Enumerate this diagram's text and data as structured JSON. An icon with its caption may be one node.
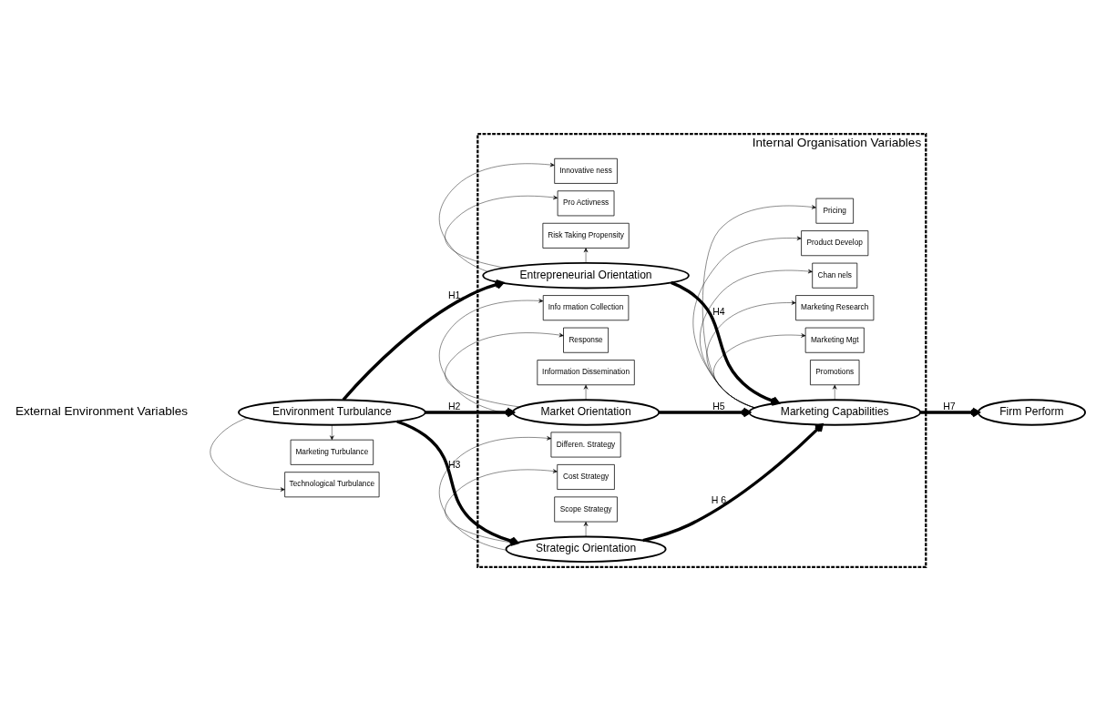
{
  "diagram": {
    "nodes": [
      {
        "text": [
          "Internal Organisation Variables"
        ]
      },
      {
        "text": [
          "Innovative ness"
        ],
        "in": 0
      },
      {
        "text": [
          "Pro Activness"
        ],
        "in": 0
      },
      {
        "text": [
          "Risk Taking Propensity"
        ],
        "in": 0
      },
      {
        "text": [
          "Technological Turbulance"
        ]
      },
      {
        "text": [
          "Entrepreneurial Orientation"
        ],
        "in": 0
      },
      {
        "text": [
          "Environment Turbulance"
        ]
      },
      {
        "text": [
          "Market Orientation"
        ],
        "in": 0
      },
      {
        "text": [
          "Marketing Capabilities"
        ],
        "in": 0
      },
      {
        "text": [
          "Firm Perform"
        ]
      },
      {
        "text": [
          "Marketing Turbulance"
        ]
      },
      {
        "text": [
          "Info rmation Collection"
        ],
        "in": 0
      },
      {
        "text": [
          "Response"
        ],
        "in": 0
      },
      {
        "text": [
          "Information Dissemination"
        ],
        "in": 0
      },
      {
        "text": [
          "Pricing"
        ],
        "in": 0
      },
      {
        "text": [
          "Product Develop"
        ],
        "in": 0
      },
      {
        "text": [
          "Chan nels"
        ],
        "in": 0
      },
      {
        "text": [
          "Marketing Research"
        ],
        "in": 0
      },
      {
        "text": [
          "Marketing Mgt"
        ],
        "in": 0
      },
      {
        "text": [
          "Promotions"
        ],
        "in": 0
      },
      {
        "text": [
          "Strategic Orientation"
        ],
        "in": 0
      },
      {
        "text": [
          "Differen. Strategy"
        ],
        "in": 0
      },
      {
        "text": [
          "Cost Strategy"
        ],
        "in": 0
      },
      {
        "text": [
          "Scope Strategy"
        ],
        "in": 0
      }
    ],
    "edges": [
      {
        "from": 5,
        "to": 1,
        "arrow": "to"
      },
      {
        "from": 5,
        "to": 2,
        "arrow": "to"
      },
      {
        "from": 5,
        "to": 3,
        "arrow": "to"
      },
      {
        "from": 6,
        "to": 4,
        "arrow": "to"
      },
      {
        "from": 6,
        "to": 10,
        "arrow": "to"
      },
      {
        "from": 6,
        "to": 5,
        "arrow": "to",
        "label": "H1",
        "style": "thick"
      },
      {
        "from": 6,
        "to": 7,
        "arrow": "to",
        "label": "H2",
        "style": "thick"
      },
      {
        "from": 6,
        "to": 20,
        "arrow": "to",
        "label": "H3",
        "style": "thick"
      },
      {
        "from": 5,
        "to": 8,
        "arrow": "to",
        "label": "H4",
        "style": "thick"
      },
      {
        "from": 7,
        "to": 8,
        "arrow": "to",
        "label": "H5",
        "style": "thick"
      },
      {
        "from": 20,
        "to": 8,
        "arrow": "to",
        "label": "H 6",
        "style": "thick"
      },
      {
        "from": 8,
        "to": 9,
        "arrow": "to",
        "label": "H7",
        "style": "thick"
      },
      {
        "from": 7,
        "to": 11,
        "arrow": "to"
      },
      {
        "from": 7,
        "to": 13,
        "arrow": "to"
      },
      {
        "from": 7,
        "to": 12,
        "arrow": "to"
      },
      {
        "from": 8,
        "to": 14,
        "arrow": "to"
      },
      {
        "from": 8,
        "to": 17,
        "arrow": "to"
      },
      {
        "from": 8,
        "to": 15,
        "arrow": "to"
      },
      {
        "from": 8,
        "to": 18,
        "arrow": "to"
      },
      {
        "from": 8,
        "to": 19,
        "arrow": "to"
      },
      {
        "from": 8,
        "to": 16,
        "arrow": "to"
      },
      {
        "from": 20,
        "to": 21,
        "arrow": "to"
      },
      {
        "from": 20,
        "to": 22,
        "arrow": "to"
      },
      {
        "from": 20,
        "to": 23,
        "arrow": "to"
      }
    ],
    "labels": [
      "External Environment Variables"
    ]
  }
}
